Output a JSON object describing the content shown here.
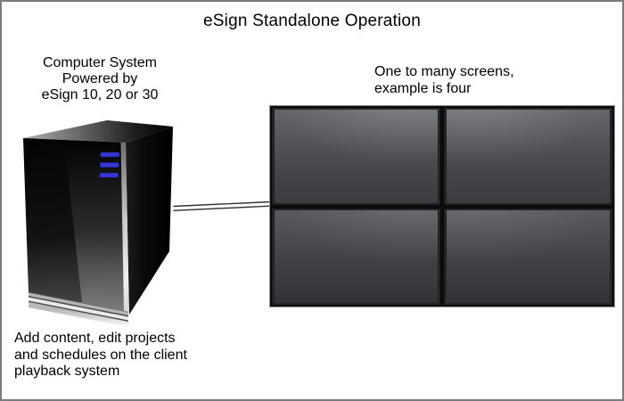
{
  "title": "eSign Standalone Operation",
  "computer": {
    "caption": "Computer System\nPowered by\neSign 10, 20 or 30",
    "led_count": 3,
    "led_color": "#3636d2"
  },
  "screens": {
    "caption": "One to many screens,\nexample is four",
    "count": 4,
    "layout": "2x2"
  },
  "footnote": "Add content, edit projects\nand schedules on the client\nplayback system",
  "colors": {
    "canvas_background": "#ffffff",
    "canvas_border": "#7b7b7b",
    "text": "#000000",
    "wall_bezel": "#212325",
    "panel_light": "#63666b",
    "panel_dark": "#3a3c40"
  }
}
